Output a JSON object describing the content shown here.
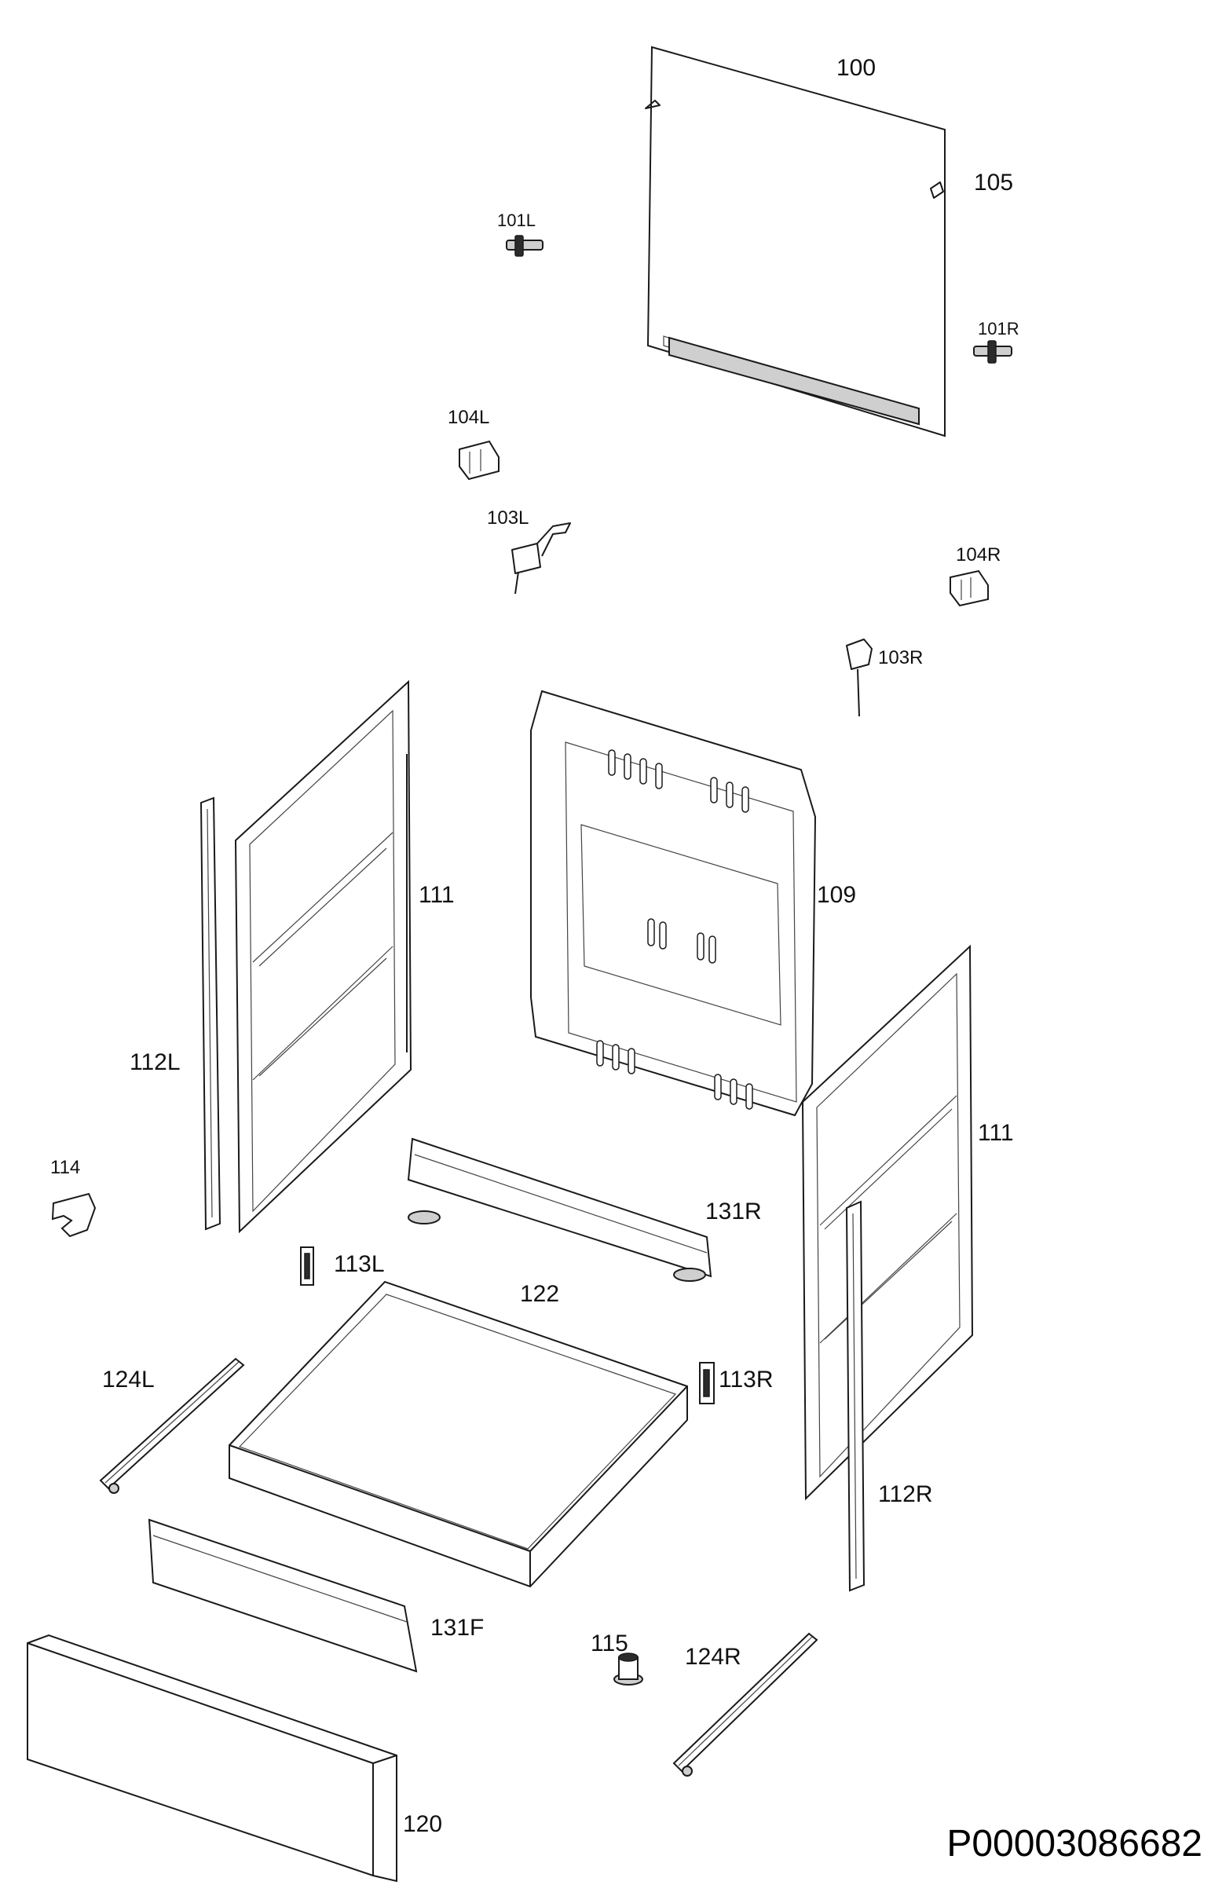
{
  "diagram": {
    "reference_code": "P00003086682",
    "callouts": {
      "c100": "100",
      "c105": "105",
      "c101L": "101L",
      "c101R": "101R",
      "c104L": "104L",
      "c103L": "103L",
      "c104R": "104R",
      "c103R": "103R",
      "c111_left": "111",
      "c109": "109",
      "c112L": "112L",
      "c111_right": "111",
      "c114": "114",
      "c131R": "131R",
      "c113L": "113L",
      "c122": "122",
      "c124L": "124L",
      "c113R": "113R",
      "c112R": "112R",
      "c131F": "131F",
      "c115": "115",
      "c124R": "124R",
      "c120": "120"
    }
  }
}
